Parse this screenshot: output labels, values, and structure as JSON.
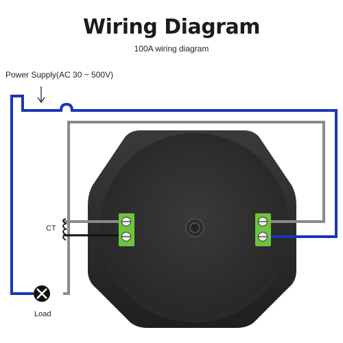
{
  "header": {
    "title": "Wiring Diagram",
    "subtitle": "100A wiring diagram"
  },
  "labels": {
    "power_supply": "Power Supply(AC 30 ~ 500V)",
    "ct": "CT",
    "load": "Load"
  },
  "colors": {
    "live_wire": "#1736b8",
    "neutral_wire": "#8a8a8a",
    "signal_wire": "#111111",
    "meter_body": "#2f2f2f",
    "terminal": "#6cc53a"
  },
  "icons": {
    "load": "lamp-cross-icon",
    "arrow": "down-arrow-icon"
  }
}
